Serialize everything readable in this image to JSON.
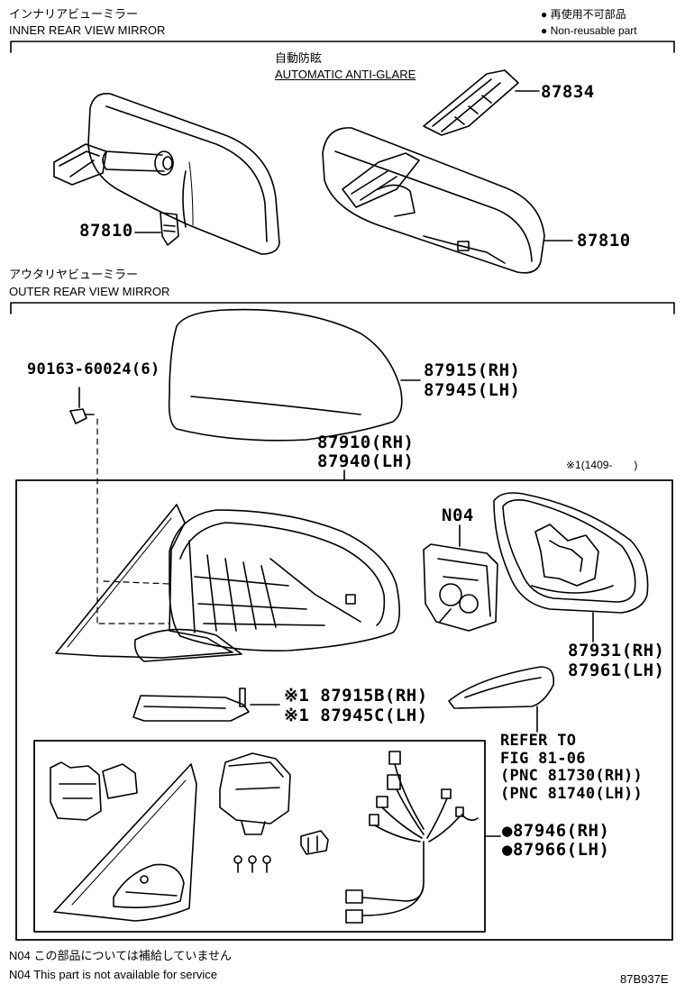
{
  "header": {
    "inner_jp": "インナリアビューミラー",
    "inner_en": "INNER REAR VIEW MIRROR",
    "legend_jp": "● 再使用不可部品",
    "legend_en": "● Non-reusable part"
  },
  "inner": {
    "auto_jp": "自動防眩",
    "auto_en": "AUTOMATIC ANTI-GLARE",
    "p_87834": "87834",
    "p_87810_left": "87810",
    "p_87810_right": "87810"
  },
  "outer": {
    "title_jp": "アウタリヤビューミラー",
    "title_en": "OUTER REAR VIEW MIRROR",
    "bolt": "90163-60024(6)",
    "cover_rh": "87915(RH)",
    "cover_lh": "87945(LH)",
    "assy_rh": "87910(RH)",
    "assy_lh": "87940(LH)",
    "note_range": "※1(1409-　　)",
    "n04": "N04",
    "mirror_rh": "87931(RH)",
    "mirror_lh": "87961(LH)",
    "garnish_rh": "※1 87915B(RH)",
    "garnish_lh": "※1 87945C(LH)",
    "refer1": "REFER TO",
    "refer2": "FIG 81-06",
    "refer3": "(PNC 81730(RH))",
    "refer4": "(PNC 81740(LH))",
    "wire_rh": "●87946(RH)",
    "wire_lh": "●87966(LH)"
  },
  "footer": {
    "note_jp": "N04 この部品については補給していません",
    "note_en": "N04 This part is not available for service",
    "figure_id": "87B937E"
  }
}
